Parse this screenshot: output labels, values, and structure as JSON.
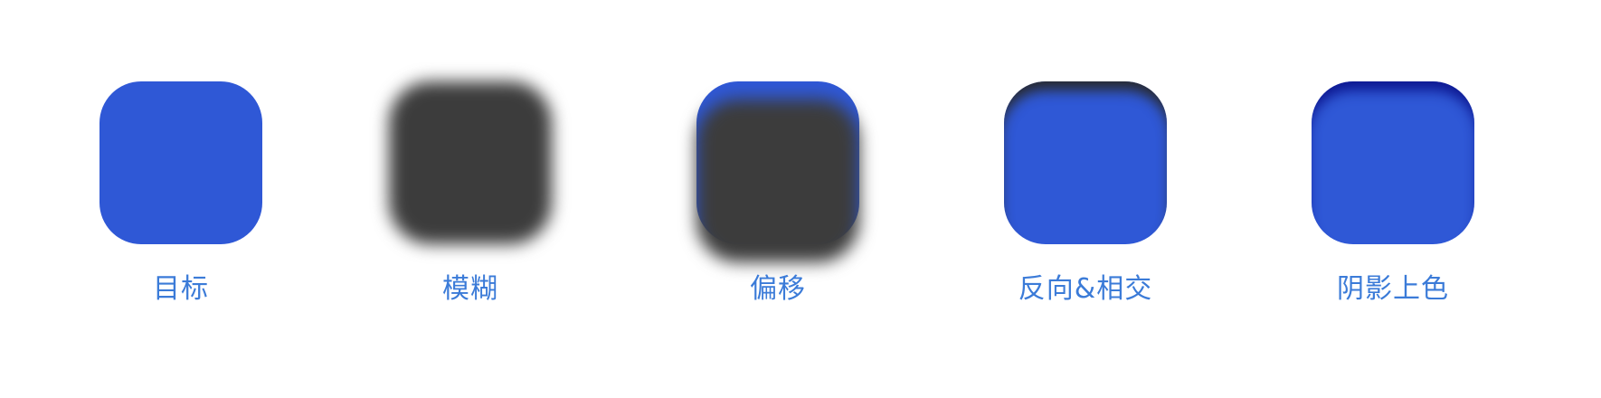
{
  "colors": {
    "target_fill": "#2f58d6",
    "shadow_gray": "#3c3c3c",
    "shadow_tint": "#0c148c",
    "label_color": "#3b7bd8"
  },
  "steps": [
    {
      "label": "目标"
    },
    {
      "label": "模糊"
    },
    {
      "label": "偏移"
    },
    {
      "label": "反向&相交"
    },
    {
      "label": "阴影上色"
    }
  ]
}
